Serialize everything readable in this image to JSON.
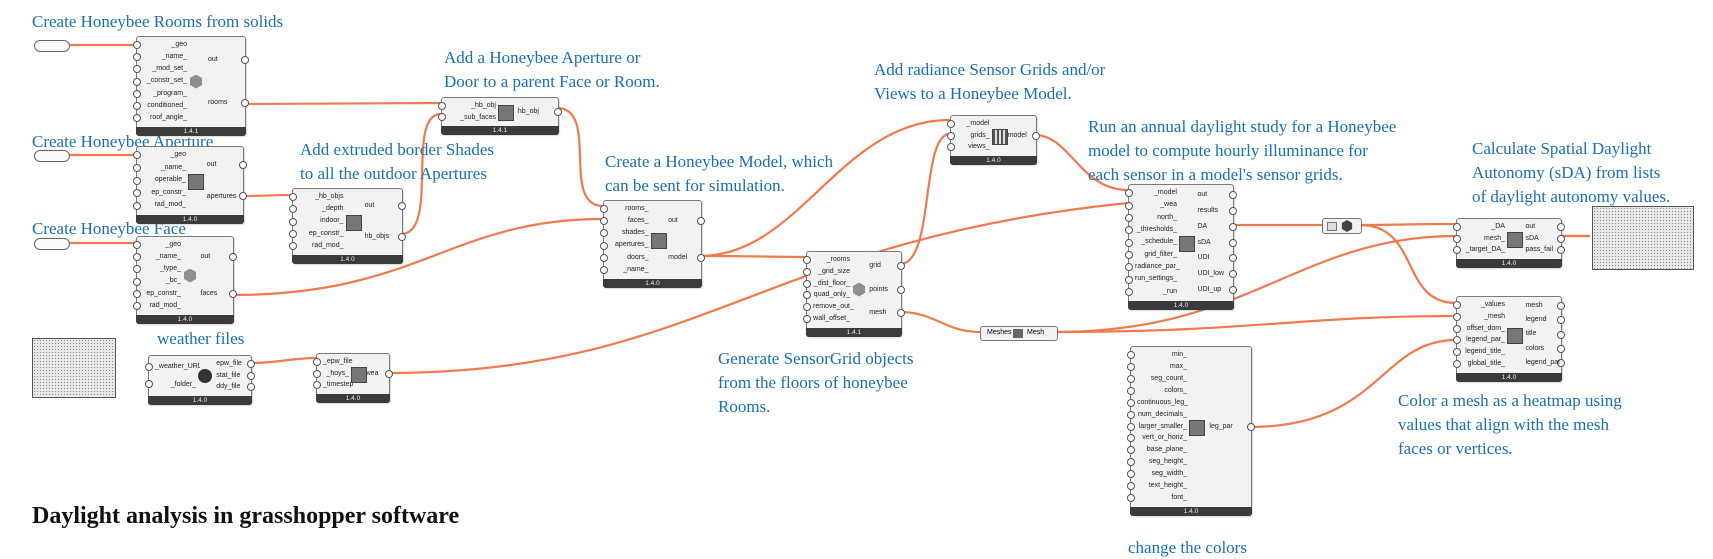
{
  "title": "Daylight analysis in grasshopper software",
  "notes": {
    "rooms": "Create Honeybee Rooms from solids",
    "aperture_create": "Create Honeybee Aperture",
    "face_create": "Create Honeybee Face",
    "add_aperture_1": "Add a Honeybee Aperture or",
    "add_aperture_2": "Door to a parent Face or Room.",
    "shades_1": "Add extruded border Shades",
    "shades_2": "to all the outdoor Apertures",
    "model_1": "Create a Honeybee Model, which",
    "model_2": "can be sent for simulation.",
    "sensor_1": "Add radiance Sensor Grids and/or",
    "sensor_2": "Views to a Honeybee Model.",
    "annual_1": "Run an annual daylight study for a Honeybee",
    "annual_2": "model to compute hourly illuminance for",
    "annual_3": "each sensor in a model's sensor grids.",
    "sda_1": "Calculate Spatial Daylight",
    "sda_2": "Autonomy (sDA) from lists",
    "sda_3": "of daylight autonomy values.",
    "weather": "weather files",
    "sensorgrid_1": "Generate SensorGrid objects",
    "sensorgrid_2": "from the floors of honeybee",
    "sensorgrid_3": "Rooms.",
    "heatmap_1": "Color a mesh as a heatmap using",
    "heatmap_2": "values that align with the mesh",
    "heatmap_3": "faces or vertices.",
    "colors": "change the colors"
  },
  "components": {
    "rooms": {
      "inputs": [
        "_geo",
        "_name_",
        "_mod_set_",
        "_constr_set_",
        "_program_",
        "conditioned_",
        "roof_angle_"
      ],
      "outputs": [
        "out",
        "rooms"
      ],
      "version": "1.4.1"
    },
    "aperture": {
      "inputs": [
        "_geo",
        "_name_",
        "operable_",
        "ep_constr_",
        "rad_mod_"
      ],
      "outputs": [
        "out",
        "apertures"
      ],
      "version": "1.4.0"
    },
    "face": {
      "inputs": [
        "_geo",
        "_name_",
        "_type_",
        "_bc_",
        "ep_constr_",
        "rad_mod_"
      ],
      "outputs": [
        "out",
        "faces"
      ],
      "version": "1.4.0"
    },
    "add_sub": {
      "inputs": [
        "_hb_obj",
        "_sub_faces"
      ],
      "outputs": [
        "hb_obj"
      ],
      "version": "1.4.1"
    },
    "shades": {
      "inputs": [
        "_hb_objs",
        "_depth",
        "indoor_",
        "ep_constr_",
        "rad_mod_"
      ],
      "outputs": [
        "out",
        "hb_objs"
      ],
      "version": "1.4.0"
    },
    "model": {
      "inputs": [
        "rooms_",
        "faces_",
        "shades_",
        "apertures_",
        "doors_",
        "_name_"
      ],
      "outputs": [
        "out",
        "model"
      ],
      "version": "1.4.0"
    },
    "add_grids": {
      "inputs": [
        "_model",
        "grids_",
        "views_"
      ],
      "outputs": [
        "model"
      ],
      "version": "1.4.0"
    },
    "annual": {
      "inputs": [
        "_model",
        "_wea",
        "north_",
        "_thresholds_",
        "_schedule_",
        "grid_filter_",
        "radiance_par_",
        "run_settings_",
        "_run"
      ],
      "outputs": [
        "out",
        "results",
        "DA",
        "sDA",
        "UDI",
        "UDI_low",
        "UDI_up"
      ],
      "version": "1.4.0"
    },
    "sda": {
      "inputs": [
        "_DA",
        "mesh_",
        "_target_DA_"
      ],
      "outputs": [
        "out",
        "sDA",
        "pass_fail"
      ],
      "version": "1.4.0"
    },
    "weather": {
      "inputs": [
        "_weather_URL",
        "_folder_"
      ],
      "outputs": [
        "epw_file",
        "stat_file",
        "ddy_file"
      ],
      "version": "1.4.0"
    },
    "wea": {
      "inputs": [
        "_epw_file",
        "_hoys_",
        "_timestep_"
      ],
      "outputs": [
        "wea"
      ],
      "version": "1.4.0"
    },
    "sensor_grid": {
      "inputs": [
        "_rooms",
        "_grid_size",
        "_dist_floor_",
        "quad_only_",
        "remove_out_",
        "wall_offset_"
      ],
      "outputs": [
        "grid",
        "points",
        "mesh"
      ],
      "version": "1.4.1"
    },
    "mesh_join": {
      "input": "Meshes",
      "output": "Mesh"
    },
    "heatmap": {
      "inputs": [
        "_values",
        "_mesh",
        "offset_dom_",
        "legend_par_",
        "legend_title_",
        "global_title_"
      ],
      "outputs": [
        "mesh",
        "legend",
        "title",
        "colors",
        "legend_par"
      ],
      "version": "1.4.0"
    },
    "legend_par": {
      "inputs": [
        "min_",
        "max_",
        "seg_count_",
        "colors_",
        "continuous_leg_",
        "num_decimals_",
        "larger_smaller_",
        "vert_or_horiz_",
        "base_plane_",
        "seg_height_",
        "seg_width_",
        "text_height_",
        "font_"
      ],
      "outputs": [
        "leg_par"
      ],
      "version": "1.4.0"
    }
  },
  "colors": {
    "wire": "#f07a4e",
    "note_text": "#1a6fb3",
    "version_bar": "#3b3b3b"
  }
}
